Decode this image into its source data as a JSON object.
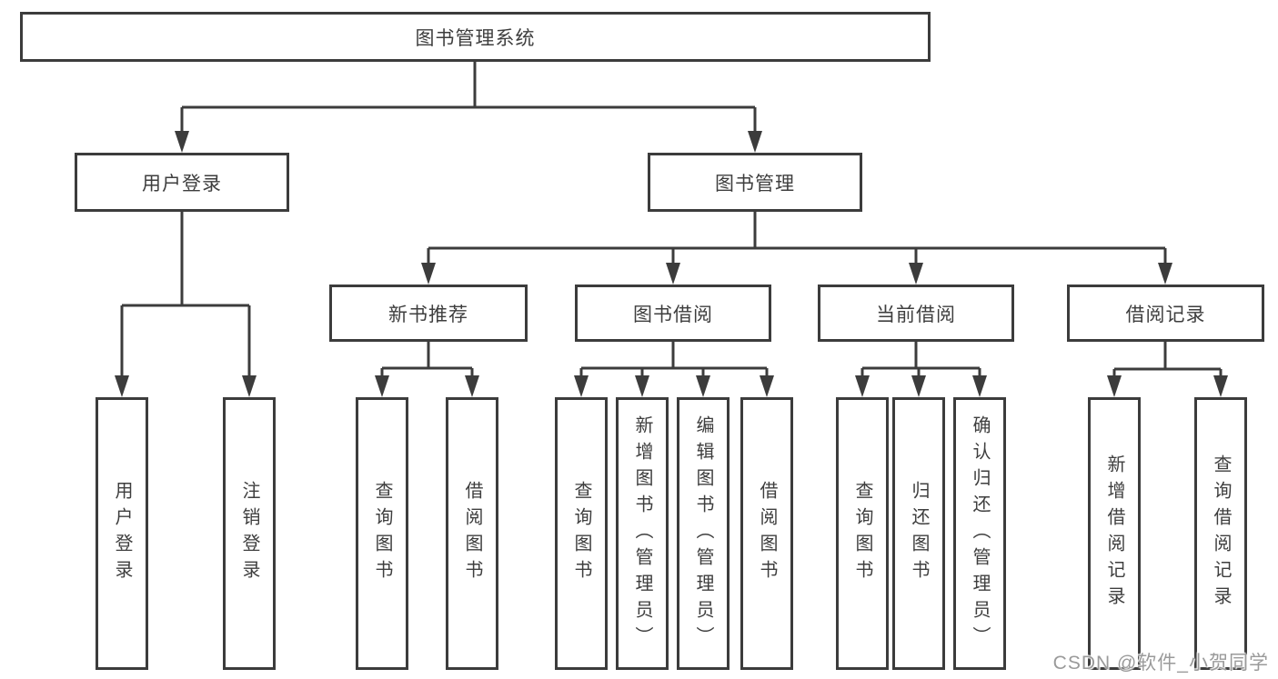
{
  "diagram": {
    "root": {
      "label": "图书管理系统"
    },
    "level2": [
      {
        "label": "用户登录"
      },
      {
        "label": "图书管理"
      }
    ],
    "level3": [
      {
        "label": "新书推荐",
        "parent": "图书管理"
      },
      {
        "label": "图书借阅",
        "parent": "图书管理"
      },
      {
        "label": "当前借阅",
        "parent": "图书管理"
      },
      {
        "label": "借阅记录",
        "parent": "图书管理"
      }
    ],
    "level4": [
      {
        "label": "用户登录",
        "parent": "用户登录"
      },
      {
        "label": "注销登录",
        "parent": "用户登录"
      },
      {
        "label": "查询图书",
        "parent": "新书推荐"
      },
      {
        "label": "借阅图书",
        "parent": "新书推荐"
      },
      {
        "label": "查询图书",
        "parent": "图书借阅"
      },
      {
        "label": "新增图书（管理员）",
        "parent": "图书借阅"
      },
      {
        "label": "编辑图书（管理员）",
        "parent": "图书借阅"
      },
      {
        "label": "借阅图书",
        "parent": "图书借阅"
      },
      {
        "label": "查询图书",
        "parent": "当前借阅"
      },
      {
        "label": "归还图书",
        "parent": "当前借阅"
      },
      {
        "label": "确认归还（管理员）",
        "parent": "当前借阅"
      },
      {
        "label": "新增借阅记录",
        "parent": "借阅记录"
      },
      {
        "label": "查询借阅记录",
        "parent": "借阅记录"
      }
    ],
    "watermark": "CSDN @软件_小贺同学",
    "colors": {
      "line": "#3c3c3c",
      "text": "#3e3e3e",
      "background": "#ffffff",
      "watermark": "#9a9a9a"
    }
  }
}
